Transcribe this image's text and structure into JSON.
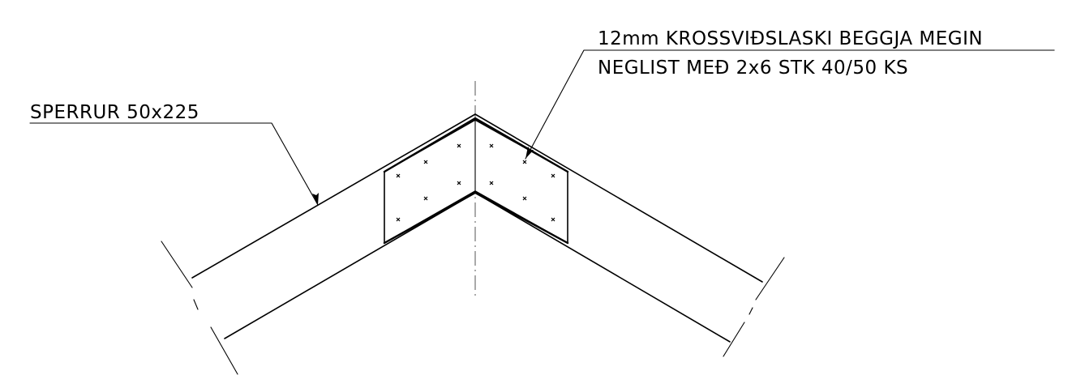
{
  "labels": {
    "rafters": "SPERRUR 50x225",
    "plywood_line1": "12mm KROSSVIÐSLASKI BEGGJA MEGIN",
    "plywood_line2": "NEGLIST MEÐ 2x6 STK 40/50 KS"
  }
}
